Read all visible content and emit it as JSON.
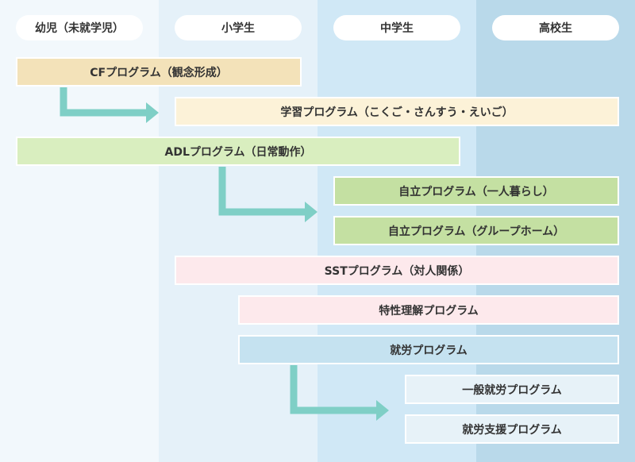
{
  "stages": [
    "幼児（未就学児）",
    "小学生",
    "中学生",
    "高校生"
  ],
  "programs": {
    "cf": "CFプログラム（観念形成）",
    "gakushu": "学習プログラム（こくご・さんすう・えいご）",
    "adl": "ADLプログラム（日常動作）",
    "jiritsu_alone": "自立プログラム（一人暮らし）",
    "jiritsu_group": "自立プログラム（グループホーム）",
    "sst": "SSTプログラム（対人関係）",
    "tokusei": "特性理解プログラム",
    "shuro": "就労プログラム",
    "ippan_shuro": "一般就労プログラム",
    "shuro_shien": "就労支援プログラム"
  },
  "colors": {
    "col_infant": "#f2f8fc",
    "col_elementary": "#e5f1f9",
    "col_junior": "#d0e8f6",
    "col_high": "#b9d9ea",
    "arrow": "#7fcfc6",
    "cf": "#f3e2b9",
    "gakushu": "#fcf2d8",
    "adl": "#d9eebf",
    "jiritsu": "#c4e0a2",
    "sst": "#fde9ec",
    "tokusei": "#fde9ec",
    "shuro": "#c5e2f0",
    "shuro_sub": "#e7f2f8"
  }
}
